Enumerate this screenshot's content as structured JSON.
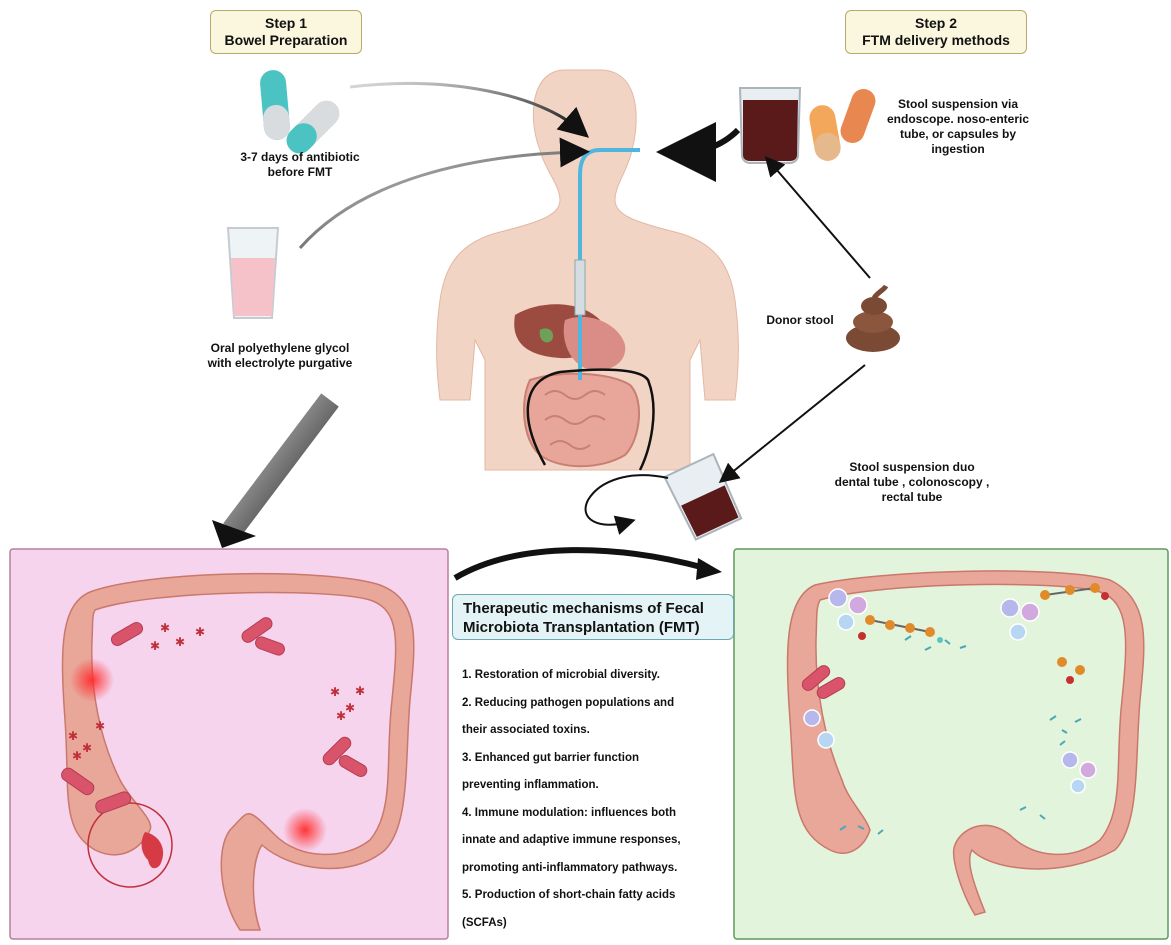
{
  "step1": {
    "title_line1": "Step 1",
    "title_line2": "Bowel Preparation"
  },
  "step2": {
    "title_line1": "Step 2",
    "title_line2": "FTM delivery methods"
  },
  "antibiotic_label": {
    "line1": "3-7 days of antibiotic",
    "line2": "before FMT"
  },
  "peg_label": {
    "line1": "Oral polyethylene glycol",
    "line2": "with electrolyte purgative"
  },
  "upper_delivery_label": {
    "line1": "Stool suspension via",
    "line2": "endoscope. noso-enteric",
    "line3": "tube, or capsules by",
    "line4": "ingestion"
  },
  "donor_label": "Donor stool",
  "lower_delivery_label": {
    "line1": "Stool suspension duo",
    "line2": "dental tube , colonoscopy ,",
    "line3": "rectal tube"
  },
  "mechanisms": {
    "title_line1": "Therapeutic mechanisms of Fecal",
    "title_line2": "Microbiota Transplantation (FMT)",
    "lines": [
      "1. Restoration of microbial diversity.",
      "2. Reducing pathogen populations and",
      "their associated toxins.",
      "3. Enhanced gut barrier function",
      "preventing inflammation.",
      "4. Immune modulation: influences both",
      "innate and adaptive immune responses,",
      "promoting anti-inflammatory pathways.",
      "5. Production of short-chain fatty acids",
      "(SCFAs)"
    ]
  },
  "colors": {
    "step_box_fill": "#fbf6de",
    "left_panel_fill": "#f6d4ee",
    "right_panel_fill": "#e3f4dc",
    "colon": "#e9a79a",
    "stool_suspension": "#5a1a1a",
    "stool": "#7b4a35",
    "bacteria": "#d9536a"
  },
  "icons": [
    "capsule-icon",
    "glass-icon",
    "beaker-icon",
    "stool-icon",
    "human-body-icon",
    "colon-icon",
    "bacteria-icon",
    "molecule-icon"
  ]
}
